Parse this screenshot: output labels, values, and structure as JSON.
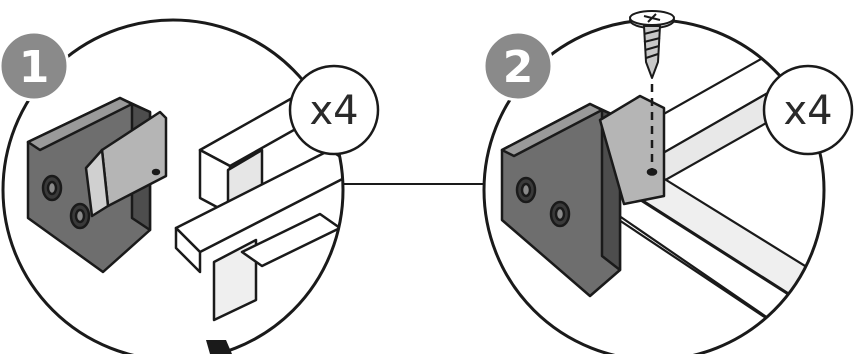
{
  "steps": [
    {
      "number": "1",
      "quantity": "x4"
    },
    {
      "number": "2",
      "quantity": "x4"
    }
  ]
}
